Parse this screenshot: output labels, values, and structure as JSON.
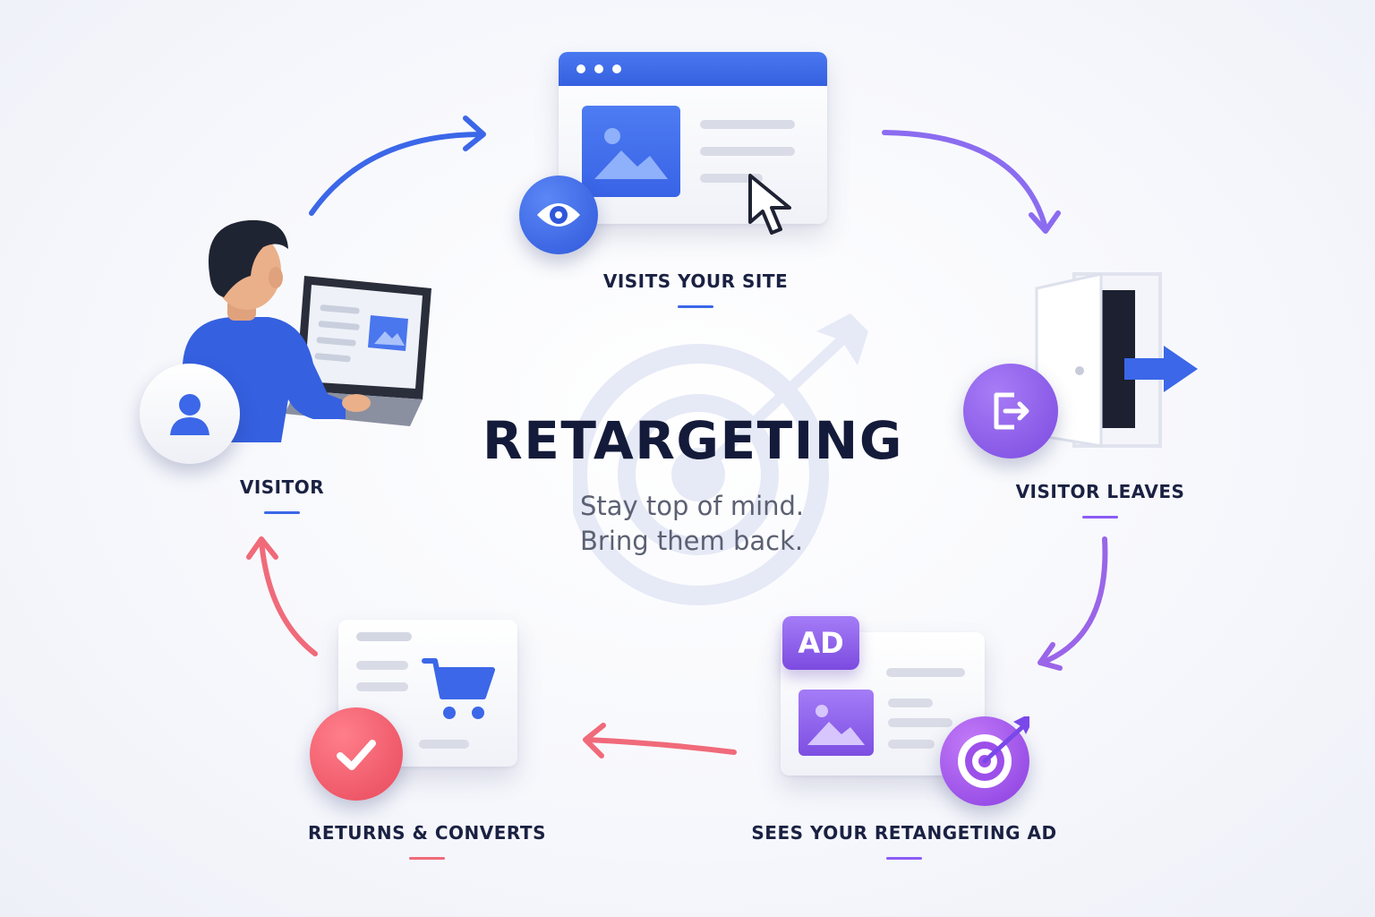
{
  "diagram": {
    "title": "RETARGETING",
    "subtitle_line1": "Stay top of mind.",
    "subtitle_line2": "Bring them back."
  },
  "steps": [
    {
      "id": "visitor",
      "label": "VISITOR",
      "accent": "#3b67e8"
    },
    {
      "id": "visits-site",
      "label": "VISITS YOUR SITE",
      "accent": "#3b67e8"
    },
    {
      "id": "visitor-leaves",
      "label": "VISITOR LEAVES",
      "accent": "#8b5cf6"
    },
    {
      "id": "sees-ad",
      "label": "SEES YOUR RETANGETING AD",
      "accent": "#8b5cf6"
    },
    {
      "id": "returns",
      "label": "RETURNS & CONVERTS",
      "accent": "#f06a7a"
    }
  ],
  "ad_badge": "AD",
  "icons": {
    "visitor": "user-icon",
    "visits-site": "eye-icon",
    "visitor-leaves": "exit-icon",
    "sees-ad": "target-icon",
    "returns": "check-icon"
  },
  "colors": {
    "blue": "#3b67e8",
    "purple": "#8b5cf6",
    "coral": "#f06a7a",
    "navy": "#141b3a"
  }
}
